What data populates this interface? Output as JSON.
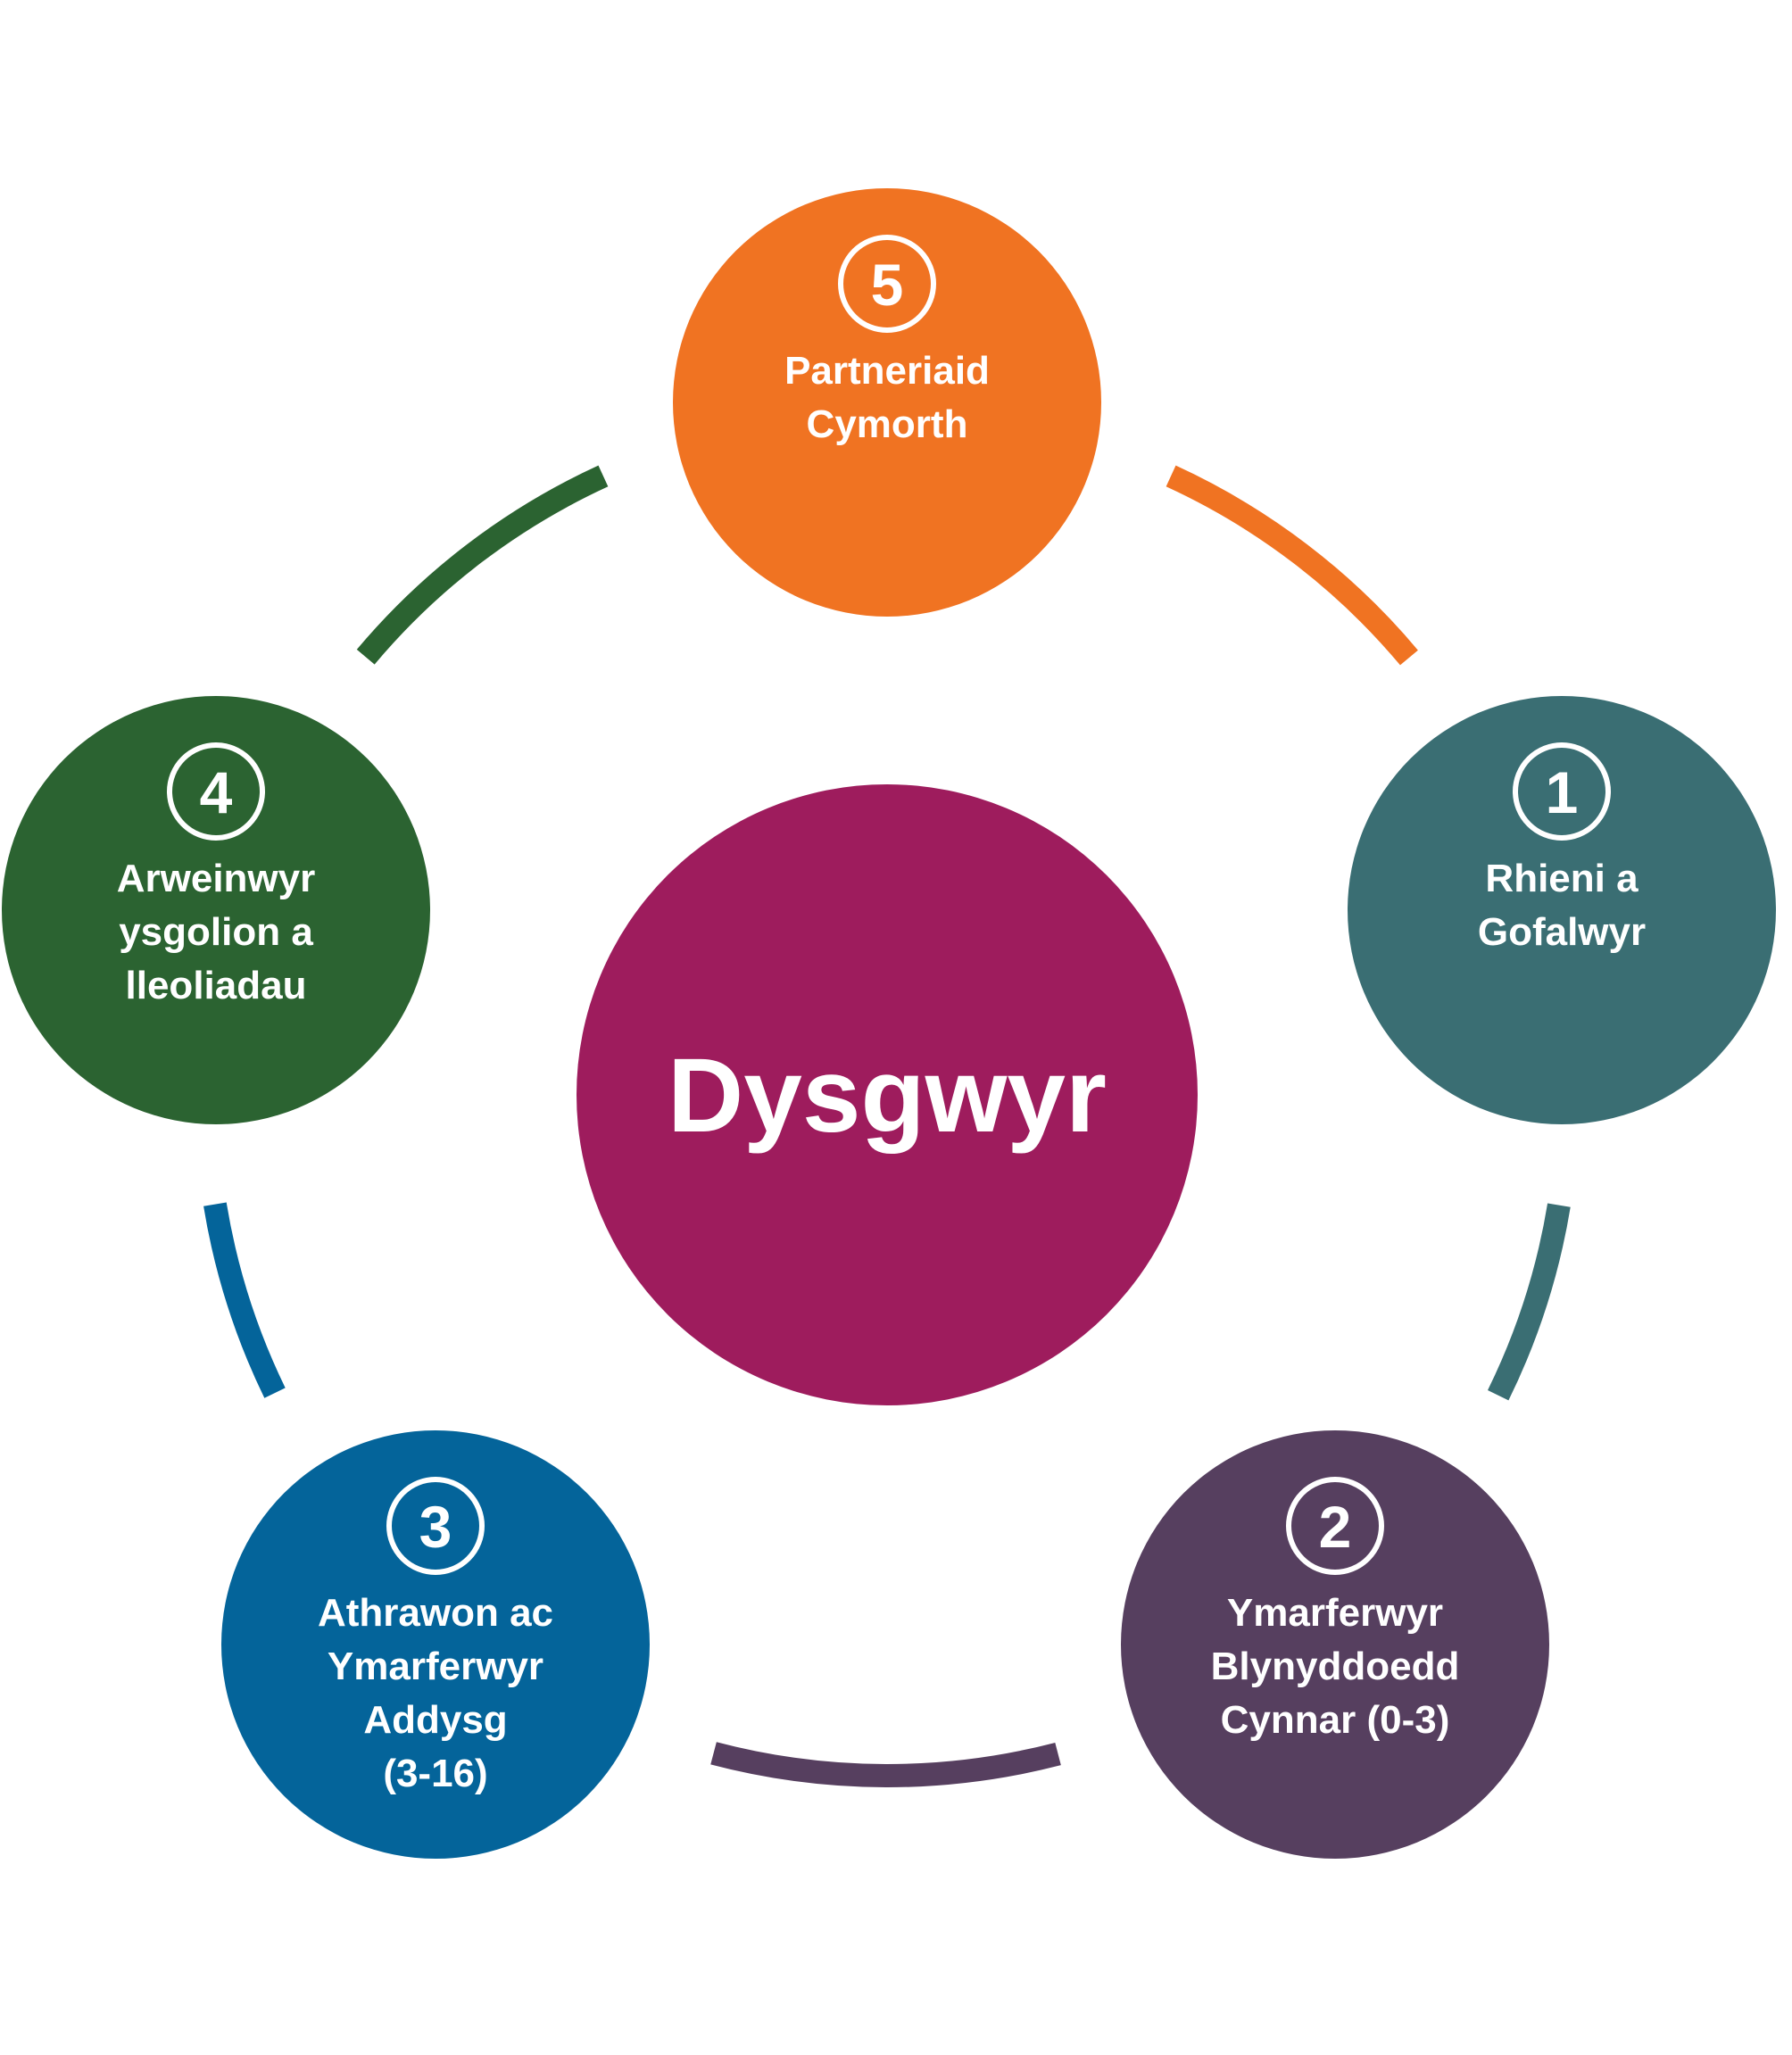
{
  "center": {
    "label": "Dysgwyr",
    "color": "#9E1C5D"
  },
  "nodes": [
    {
      "number": "1",
      "lines": [
        "Rhieni a",
        "Gofalwyr"
      ],
      "color": "#3A6E73"
    },
    {
      "number": "2",
      "lines": [
        "Ymarferwyr",
        "Blynyddoedd",
        "Cynnar (0-3)"
      ],
      "color": "#563F5F"
    },
    {
      "number": "3",
      "lines": [
        "Athrawon ac",
        "Ymarferwyr",
        "Addysg",
        "(3-16)"
      ],
      "color": "#04649A"
    },
    {
      "number": "4",
      "lines": [
        "Arweinwyr",
        "ysgolion a",
        "lleoliadau"
      ],
      "color": "#2B6331"
    },
    {
      "number": "5",
      "lines": [
        "Partneriaid",
        "Cymorth"
      ],
      "color": "#F07322"
    }
  ],
  "connectors": [
    {
      "from": "5",
      "to": "1",
      "color": "#F07322"
    },
    {
      "from": "1",
      "to": "2",
      "color": "#3A6E73"
    },
    {
      "from": "2",
      "to": "3",
      "color": "#563F5F"
    },
    {
      "from": "3",
      "to": "4",
      "color": "#04649A"
    },
    {
      "from": "4",
      "to": "5",
      "color": "#2B6331"
    }
  ]
}
